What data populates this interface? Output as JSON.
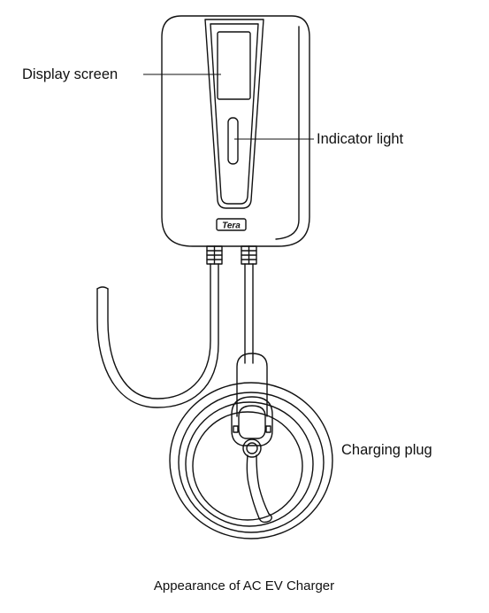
{
  "labels": {
    "display_screen": "Display screen",
    "indicator_light": "Indicator light",
    "charging_plug": "Charging plug"
  },
  "device": {
    "brand": "Tera"
  },
  "caption": "Appearance of AC EV Charger"
}
